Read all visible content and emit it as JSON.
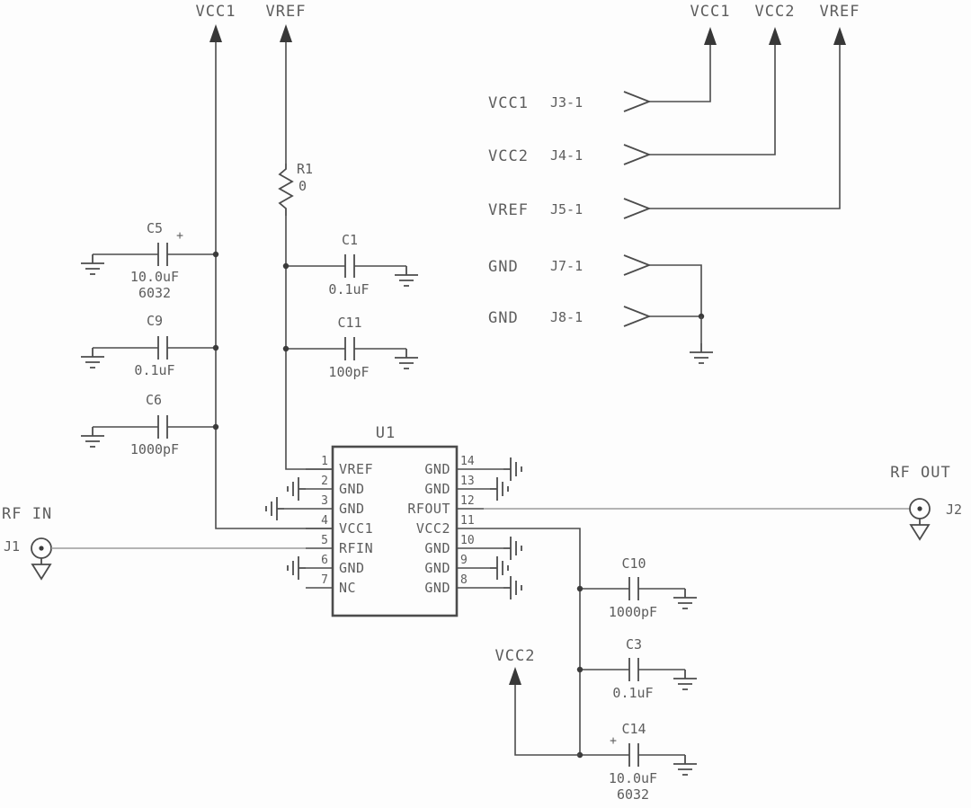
{
  "schematic": {
    "rails": {
      "vcc1_left": "VCC1",
      "vref_left": "VREF",
      "vcc1_right": "VCC1",
      "vcc2_right": "VCC2",
      "vref_right": "VREF",
      "vcc2_bottom": "VCC2"
    },
    "components": {
      "r1": {
        "ref": "R1",
        "value": "0"
      },
      "c1": {
        "ref": "C1",
        "value": "0.1uF"
      },
      "c3": {
        "ref": "C3",
        "value": "0.1uF"
      },
      "c5": {
        "ref": "C5",
        "value": "10.0uF",
        "package": "6032",
        "polarity": "+"
      },
      "c6": {
        "ref": "C6",
        "value": "1000pF"
      },
      "c9": {
        "ref": "C9",
        "value": "0.1uF"
      },
      "c10": {
        "ref": "C10",
        "value": "1000pF"
      },
      "c11": {
        "ref": "C11",
        "value": "100pF"
      },
      "c14": {
        "ref": "C14",
        "value": "10.0uF",
        "package": "6032",
        "polarity": "+"
      }
    },
    "ic": {
      "ref": "U1",
      "left_pins": [
        {
          "num": "1",
          "name": "VREF"
        },
        {
          "num": "2",
          "name": "GND"
        },
        {
          "num": "3",
          "name": "GND"
        },
        {
          "num": "4",
          "name": "VCC1"
        },
        {
          "num": "5",
          "name": "RFIN"
        },
        {
          "num": "6",
          "name": "GND"
        },
        {
          "num": "7",
          "name": "NC"
        }
      ],
      "right_pins": [
        {
          "num": "14",
          "name": "GND"
        },
        {
          "num": "13",
          "name": "GND"
        },
        {
          "num": "12",
          "name": "RFOUT"
        },
        {
          "num": "11",
          "name": "VCC2"
        },
        {
          "num": "10",
          "name": "GND"
        },
        {
          "num": "9",
          "name": "GND"
        },
        {
          "num": "8",
          "name": "GND"
        }
      ]
    },
    "rf_ports": {
      "input": {
        "label": "RF IN",
        "ref": "J1"
      },
      "output": {
        "label": "RF OUT",
        "ref": "J2"
      }
    },
    "headers": [
      {
        "signal": "VCC1",
        "ref": "J3-1"
      },
      {
        "signal": "VCC2",
        "ref": "J4-1"
      },
      {
        "signal": "VREF",
        "ref": "J5-1"
      },
      {
        "signal": "GND",
        "ref": "J7-1"
      },
      {
        "signal": "GND",
        "ref": "J8-1"
      }
    ]
  }
}
